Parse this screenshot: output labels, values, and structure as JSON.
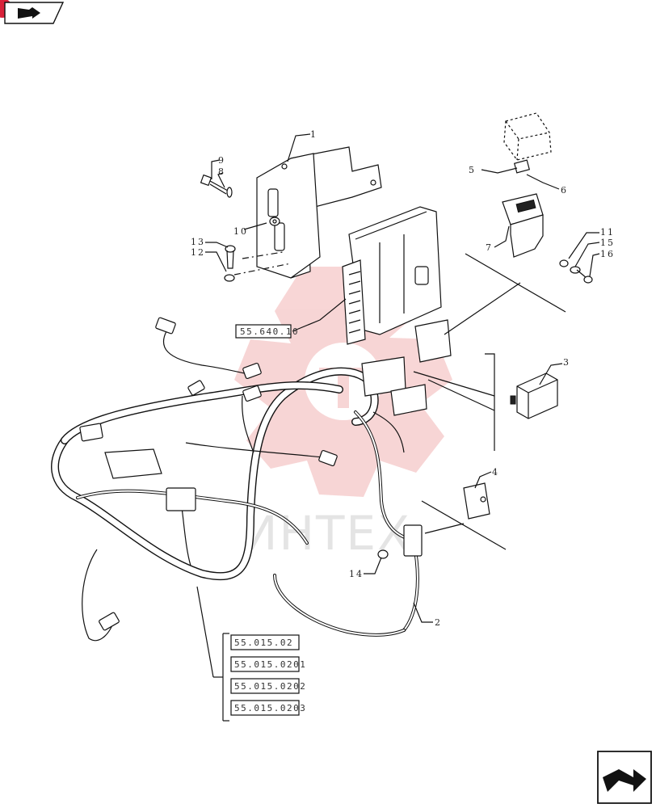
{
  "callouts": [
    "1",
    "2",
    "3",
    "4",
    "5",
    "6",
    "7",
    "9",
    "8",
    "10",
    "11",
    "15",
    "16",
    "13",
    "12",
    "14"
  ],
  "references": [
    "55.640.10",
    "55.015.02",
    "55.015.0201",
    "55.015.0202",
    "55.015.0203"
  ],
  "watermark": "ИНТЕХ",
  "colors": {
    "watermark": "#f2b4b4",
    "line": "#111111",
    "badge": "#d9223a"
  },
  "icons": {
    "top_left": "book-arrow-icon",
    "bottom_right": "next-page-arrow-icon"
  }
}
